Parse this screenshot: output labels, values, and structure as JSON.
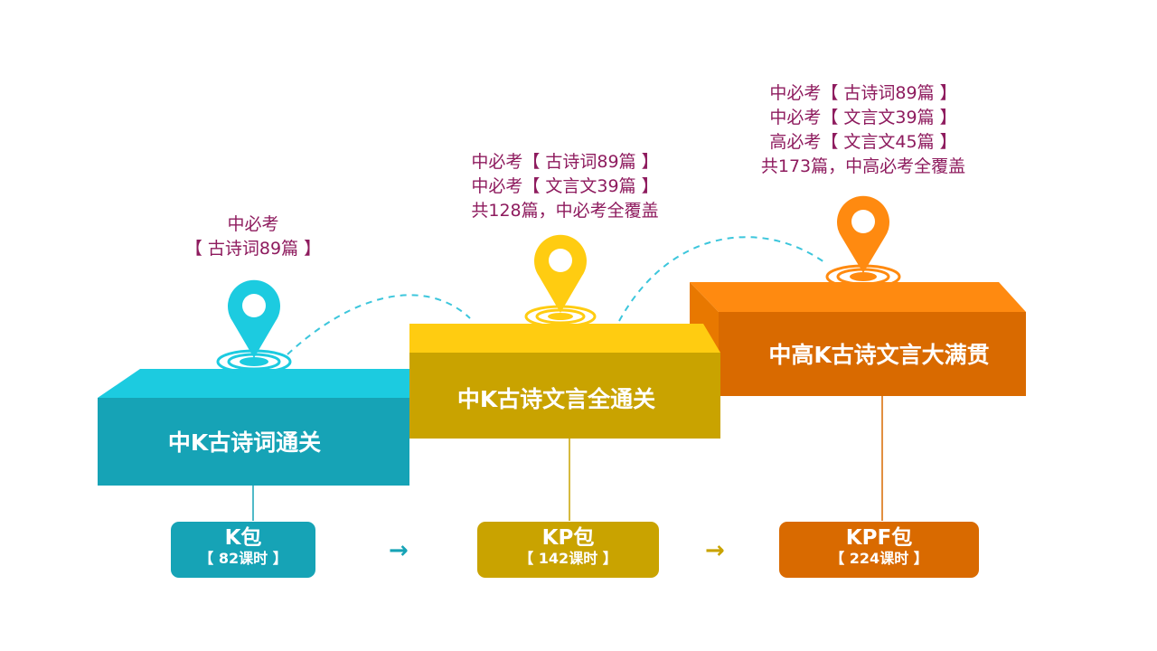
{
  "colors": {
    "cyan": "#16a3b6",
    "cyan_top": "#1ccbe0",
    "yellow": "#c9a300",
    "yellow_top": "#ffcc11",
    "orange": "#d96a00",
    "orange_top": "#ff8a10",
    "note_text": "#8e1b5e",
    "dashed_line": "#3cc6dc"
  },
  "steps": [
    {
      "notes": [
        "中必考",
        "【 古诗词89篇 】"
      ],
      "title": "中K古诗词通关",
      "package": {
        "name": "K包",
        "hours": "【 82课时 】"
      },
      "pin_icon": "location-pin-icon"
    },
    {
      "notes": [
        "中必考【 古诗词89篇 】",
        "中必考【 文言文39篇 】",
        "共128篇，中必考全覆盖"
      ],
      "title": "中K古诗文言全通关",
      "package": {
        "name": "KP包",
        "hours": "【 142课时 】"
      },
      "pin_icon": "location-pin-icon"
    },
    {
      "notes": [
        "中必考【 古诗词89篇 】",
        "中必考【 文言文39篇 】",
        "高必考【 文言文45篇 】",
        "共173篇，中高必考全覆盖"
      ],
      "title": "中高K古诗文言大满贯",
      "package": {
        "name": "KPF包",
        "hours": "【 224课时 】"
      },
      "pin_icon": "location-pin-icon"
    }
  ],
  "arrows": [
    "→",
    "→"
  ]
}
